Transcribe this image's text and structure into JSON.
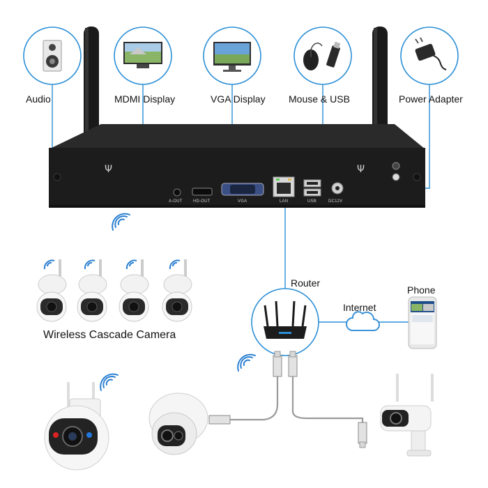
{
  "labels": {
    "audio": "Audio",
    "hdmi_display": "MDMI Display",
    "vga_display": "VGA Display",
    "mouse_usb": "Mouse & USB",
    "power_adapter": "Power Adapter",
    "router": "Router",
    "internet": "Internet",
    "phone": "Phone",
    "cascade_cameras": "Wireless Cascade Camera"
  },
  "ports": {
    "a_out": "A-OUT",
    "hd_out": "HD-OUT",
    "vga": "VGA",
    "lan": "LAN",
    "usb": "USB",
    "dc12v": "DC12V"
  },
  "colors": {
    "accent_line": "#2b8fd6",
    "nvr_body": "#1c1c1c",
    "wifi": "#2a7fd1",
    "cloud": "#3a92d8"
  },
  "icons": [
    "speaker-icon",
    "monitor-icon",
    "mouse-icon",
    "usb-drive-icon",
    "power-adapter-icon",
    "router-icon",
    "cloud-icon",
    "phone-icon",
    "wifi-icon",
    "camera-icon"
  ]
}
